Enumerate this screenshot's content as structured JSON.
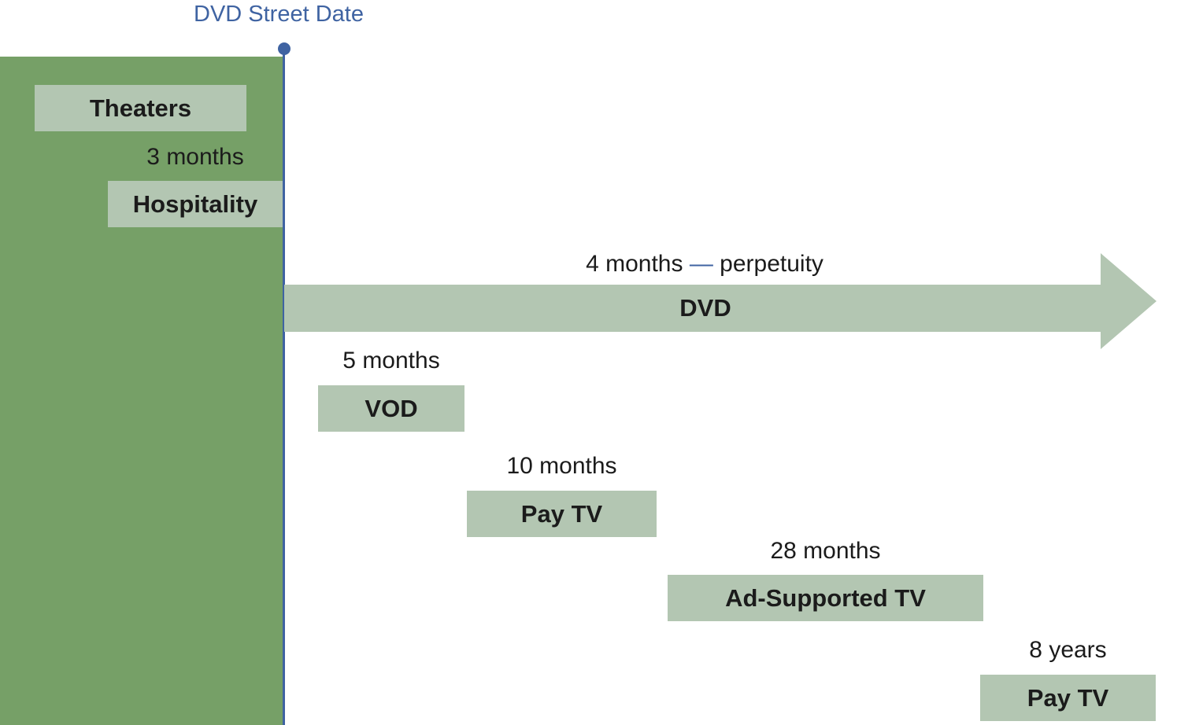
{
  "street_date": {
    "label": "DVD Street Date"
  },
  "colors": {
    "theater_panel": "#76a067",
    "window_box": "#b3c6b2",
    "street_line": "#3f63a2",
    "text": "#1b1b1b"
  },
  "windows": {
    "theaters": {
      "label": "Theaters"
    },
    "hospitality": {
      "label": "Hospitality",
      "timing": "3 months"
    },
    "dvd": {
      "label": "DVD",
      "timing_start": "4 months",
      "timing_dash": "—",
      "timing_end": "perpetuity"
    },
    "vod": {
      "label": "VOD",
      "timing": "5 months"
    },
    "pay_tv_first": {
      "label": "Pay TV",
      "timing": "10 months"
    },
    "ad_supported_tv": {
      "label": "Ad-Supported TV",
      "timing": "28 months"
    },
    "pay_tv_second": {
      "label": "Pay TV",
      "timing": "8 years"
    }
  }
}
